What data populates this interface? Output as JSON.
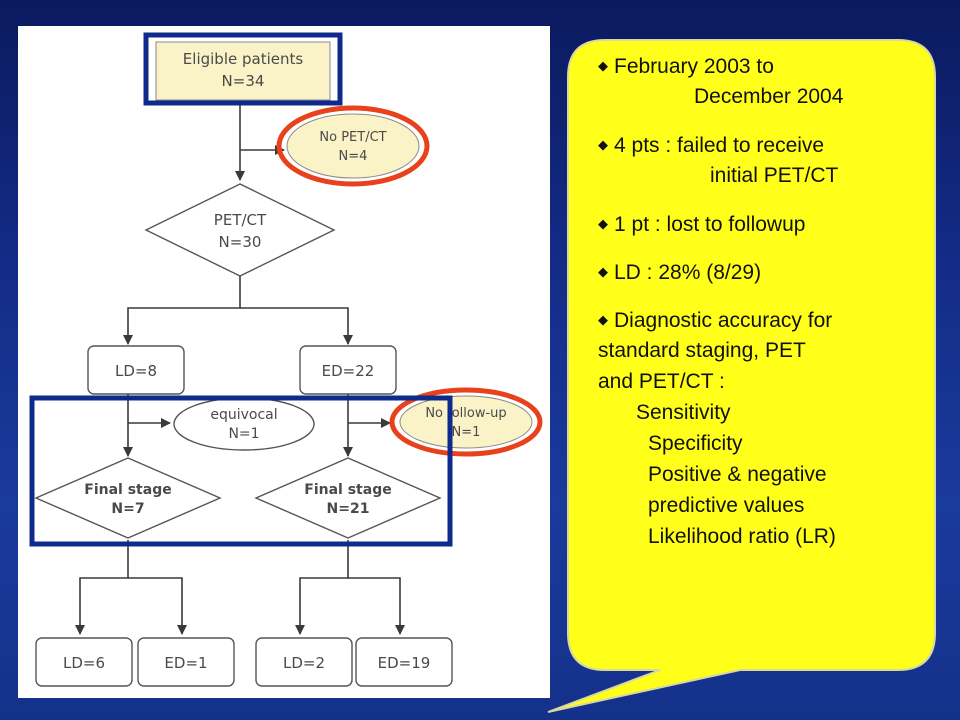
{
  "flowchart": {
    "eligible": [
      "Eligible patients",
      "N=34"
    ],
    "no_petct": [
      "No PET/CT",
      "N=4"
    ],
    "petct": [
      "PET/CT",
      "N=30"
    ],
    "ld_initial": "LD=8",
    "ed_initial": "ED=22",
    "equivocal": [
      "equivocal",
      "N=1"
    ],
    "no_followup": [
      "No follow-up",
      "N=1"
    ],
    "final_ld": [
      "Final stage",
      "N=7"
    ],
    "final_ed": [
      "Final stage",
      "N=21"
    ],
    "out_ld_ld": "LD=6",
    "out_ld_ed": "ED=1",
    "out_ed_ld": "LD=2",
    "out_ed_ed": "ED=19"
  },
  "callout": {
    "bullet_glyph": "◆",
    "item1": [
      "February 2003 to",
      "December 2004"
    ],
    "item2": [
      "4 pts : failed to receive",
      "initial PET/CT"
    ],
    "item3": "1 pt : lost to followup",
    "item4": "LD : 28% (8/29)",
    "item5": [
      "Diagnostic accuracy for",
      "standard staging, PET",
      "and PET/CT :"
    ],
    "measures": [
      "Sensitivity",
      "Specificity",
      "Positive & negative",
      "predictive values",
      "Likelihood ratio (LR)"
    ]
  },
  "colors": {
    "background": "#132b86",
    "callout_fill": "#ffff1a",
    "node_fill": "#faf3c8",
    "highlight_blue": "#0d2a8c",
    "highlight_red": "#e8411c"
  }
}
